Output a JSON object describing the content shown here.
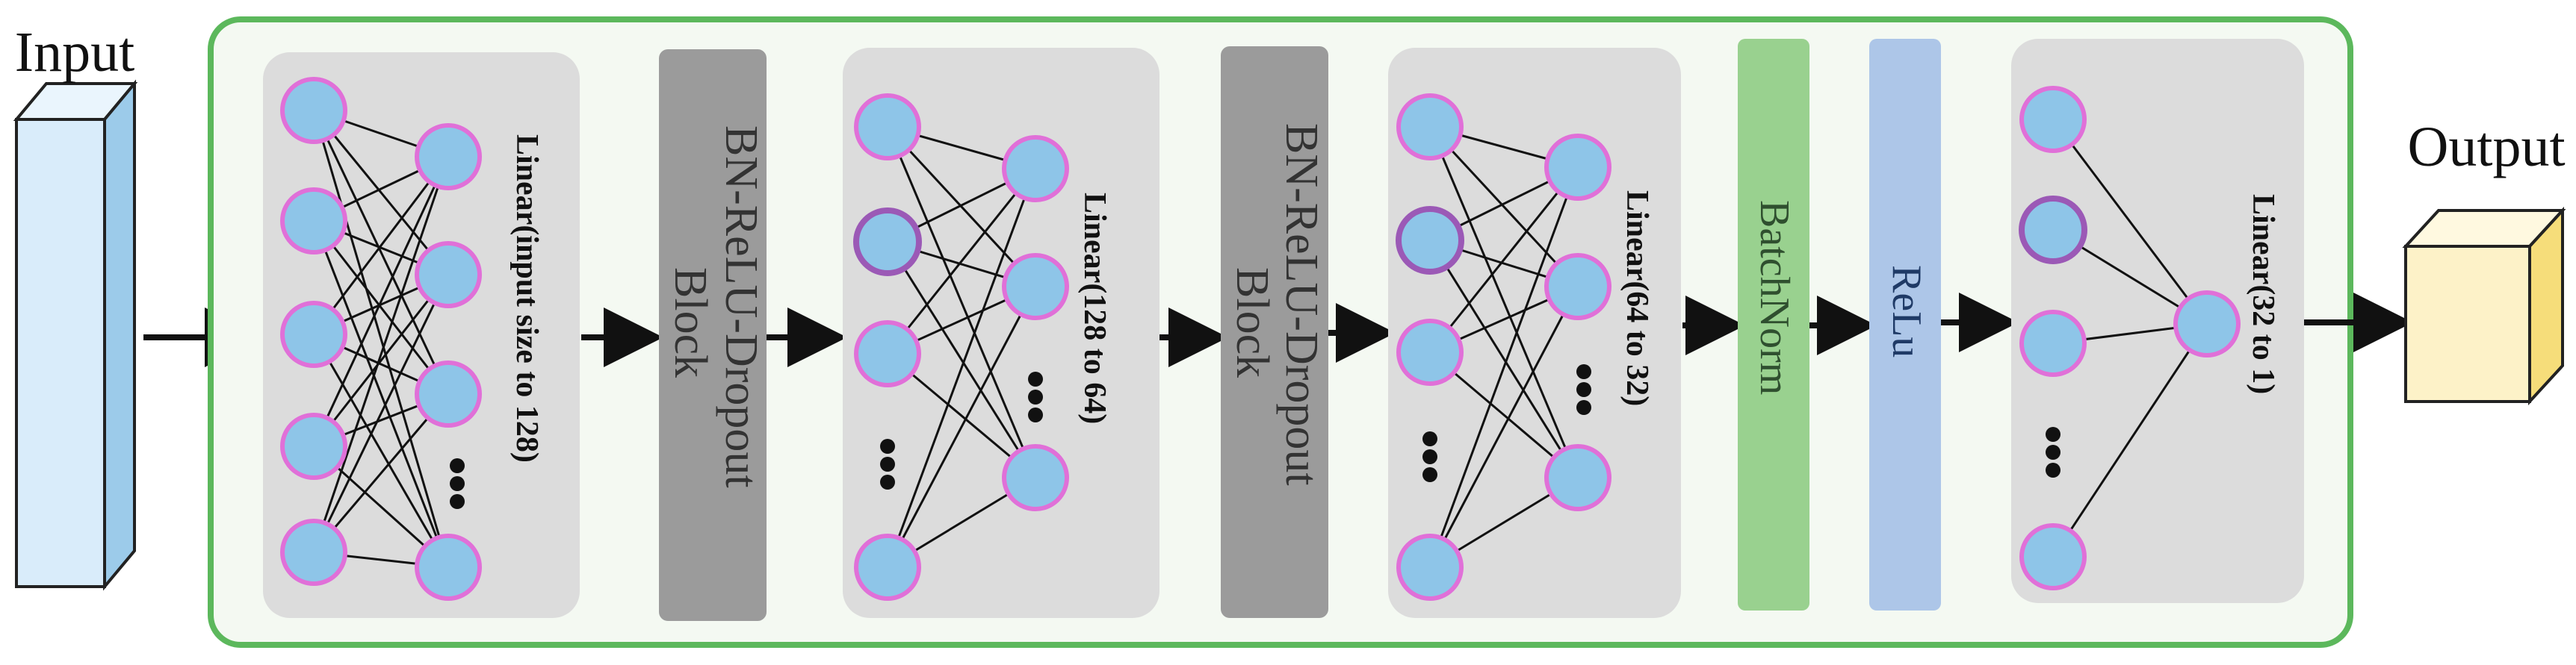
{
  "diagram": {
    "input_label": "Input",
    "output_label": "Output",
    "blocks": {
      "linear1": "Linear(input size to 128)",
      "bn_block1_line1": "BN-ReLU-Dropout",
      "bn_block1_line2": "Block",
      "linear2": "Linear(128 to 64)",
      "bn_block2_line1": "BN-ReLU-Dropout",
      "bn_block2_line2": "Block",
      "linear3": "Linear(64 to 32)",
      "batchnorm": "BatchNorm",
      "relu": "ReLu",
      "linear4": "Linear(32 to 1)"
    },
    "colors": {
      "frame": "#5cb85c",
      "frame_fill": "#f4f9f2",
      "panel": "#dcdcdc",
      "block_gray": "#9b9b9b",
      "batchnorm": "#99d18f",
      "relu": "#adc6e8",
      "node_fill": "#8ec5e8",
      "node_stroke": "#e070d8",
      "input_face": "#d9ecfa",
      "output_face": "#fdf2c8"
    }
  }
}
